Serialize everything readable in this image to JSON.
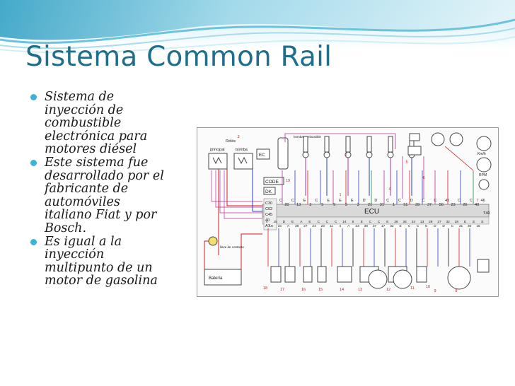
{
  "slide": {
    "title": "Sistema Common Rail",
    "bullets": [
      [
        "Sistema de",
        "inyección de",
        "combustible",
        "electrónica para",
        "motores diésel"
      ],
      [
        "Este sistema fue",
        "desarrollado por el",
        "fabricante de",
        "automóviles",
        "italiano Fiat y por",
        "Bosch."
      ],
      [
        "Es igual a la",
        "inyección",
        "multipunto de un",
        "motor de gasolina"
      ]
    ]
  },
  "diagram": {
    "labels": {
      "relays": "Relés",
      "principal": "principal",
      "bomba": "bomba",
      "bomba_combustible": "bomba combustible",
      "code": "CODE",
      "ecu": "ECU",
      "bateria": "Batería",
      "llave": "llave de contacto",
      "kmh": "Km/h",
      "rpm": "RPM",
      "dk": "DK",
      "t40": "T40"
    },
    "left_pins": [
      "C30",
      "C62",
      "C45",
      "40",
      "A7"
    ],
    "top_pins": [
      "C",
      "20",
      "C",
      "13",
      "E",
      "2",
      "C",
      "5",
      "E",
      "9",
      "E",
      "5",
      "E",
      "3",
      "D",
      "21",
      "D",
      "31",
      "C",
      "1",
      "C",
      "51",
      "D",
      "39",
      "C",
      "37",
      "C",
      "50",
      "45",
      "23",
      "C",
      "26",
      "C",
      "40",
      "46"
    ],
    "bottom_pins": [
      "4",
      "16",
      "15",
      "16",
      "D",
      "A",
      "E",
      "38",
      "A",
      "27",
      "E",
      "24",
      "C",
      "23",
      "C",
      "11",
      "C",
      "4",
      "14",
      "A",
      "8",
      "23",
      "E",
      "38",
      "C",
      "37",
      "C",
      "17",
      "E",
      "32",
      "26",
      "E",
      "34",
      "C",
      "24",
      "C",
      "13",
      "E",
      "29",
      "D",
      "27",
      "D",
      "32",
      "C",
      "28",
      "31",
      "E",
      "30",
      "E",
      "15",
      "E"
    ],
    "numbers": [
      "1",
      "2",
      "3",
      "4",
      "5",
      "6",
      "7",
      "8",
      "9",
      "10",
      "11",
      "12",
      "13",
      "14",
      "15",
      "16",
      "17",
      "18",
      "19"
    ],
    "colors": {
      "blue": "#2a3cc0",
      "red": "#d01c1c",
      "magenta": "#b8309a",
      "green": "#1d8f3a",
      "black": "#1a1a1a",
      "pin_box": "#e6e6e6"
    }
  }
}
